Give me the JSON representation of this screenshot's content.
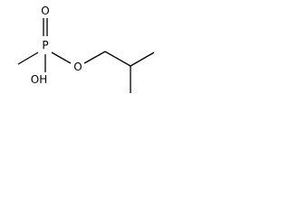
{
  "structure": {
    "atoms": {
      "oxygen_double": "O",
      "phosphorus": "P",
      "oxygen_ester": "O",
      "hydroxyl": "OH"
    },
    "line_color": "#000000",
    "text_color": "#000000",
    "background": "#ffffff"
  }
}
